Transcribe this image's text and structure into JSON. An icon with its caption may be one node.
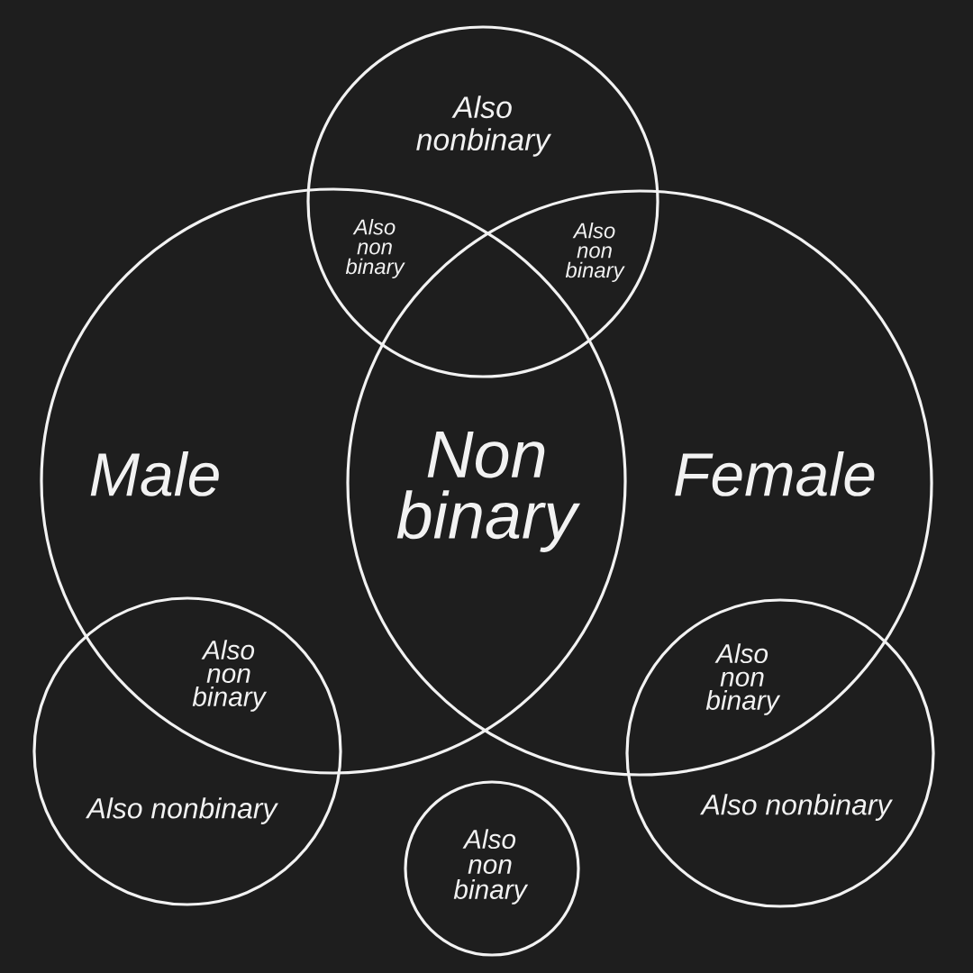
{
  "diagram": {
    "nodes": [
      {
        "text": [
          "Also nonbinary"
        ]
      },
      {
        "text": [
          "Male"
        ]
      },
      {
        "text": [
          "Female"
        ]
      },
      {
        "text": [
          "Also nonbinary"
        ]
      },
      {
        "text": [
          "Also non binary"
        ]
      },
      {
        "text": [
          "Also nonbinary"
        ]
      }
    ],
    "labels": [
      "Also non binary",
      "Also non binary",
      "Non binary",
      "Also non binary",
      "Also non binary"
    ]
  }
}
